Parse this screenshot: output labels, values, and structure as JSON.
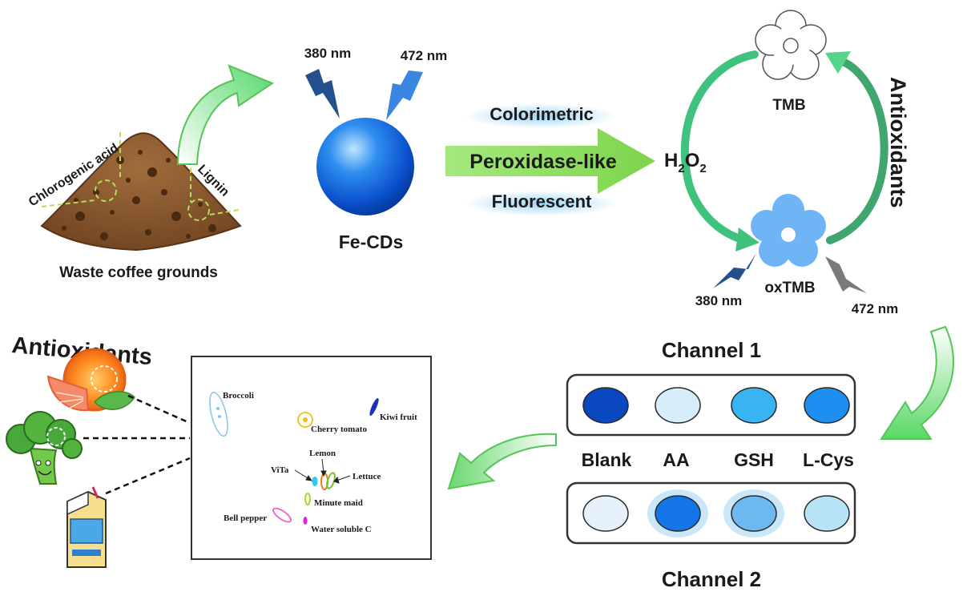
{
  "coffee": {
    "label": "Waste coffee grounds",
    "component_1": "Chlorogenic acid",
    "component_2": "Lignin"
  },
  "excitation": {
    "wavelength_1": "380 nm",
    "wavelength_2": "472 nm"
  },
  "nanozyme": {
    "label": "Fe-CDs"
  },
  "modes": {
    "colorimetric": "Colorimetric",
    "activity": "Peroxidase-like",
    "fluorescent": "Fluorescent"
  },
  "cycle": {
    "substrate": "TMB",
    "oxidant_main": "H",
    "oxidant_sub1": "2",
    "oxidant_mid": "O",
    "oxidant_sub2": "2",
    "product": "oxTMB",
    "reducer": "Antioxidants",
    "wavelength_1": "380 nm",
    "wavelength_2": "472 nm"
  },
  "array": {
    "channel_1": "Channel 1",
    "channel_2": "Channel 2",
    "analytes": [
      "Blank",
      "AA",
      "GSH",
      "L-Cys"
    ],
    "channel_1_colors": [
      "#0a48c0",
      "#d6eefa",
      "#38b4f2",
      "#1e8ef0"
    ],
    "channel_2_colors": [
      "#e6f1fb",
      "#1476e6",
      "#6cb8f0",
      "#b8e2f6"
    ]
  },
  "samples": {
    "title": "Antioxidants",
    "items": [
      "orange",
      "broccoli",
      "juice carton"
    ]
  },
  "pca_plot": {
    "labels": {
      "broccoli": "Broccoli",
      "cherry_tomato": "Cherry tomato",
      "kiwi": "Kiwi fruit",
      "lemon": "Lemon",
      "vita": "ViTa",
      "lettuce": "Lettuce",
      "minute_maid": "Minute maid",
      "bell_pepper": "Bell pepper",
      "water_c": "Water soluble C"
    },
    "colors": {
      "broccoli": "#7ec8ee",
      "cherry_tomato": "#f0c010",
      "kiwi": "#1c2fbe",
      "lemon": "#f07818",
      "vita": "#30c8f0",
      "lettuce": "#70c030",
      "minute_maid": "#a0e020",
      "bell_pepper": "#f060c8",
      "water_c": "#e020e8"
    }
  }
}
